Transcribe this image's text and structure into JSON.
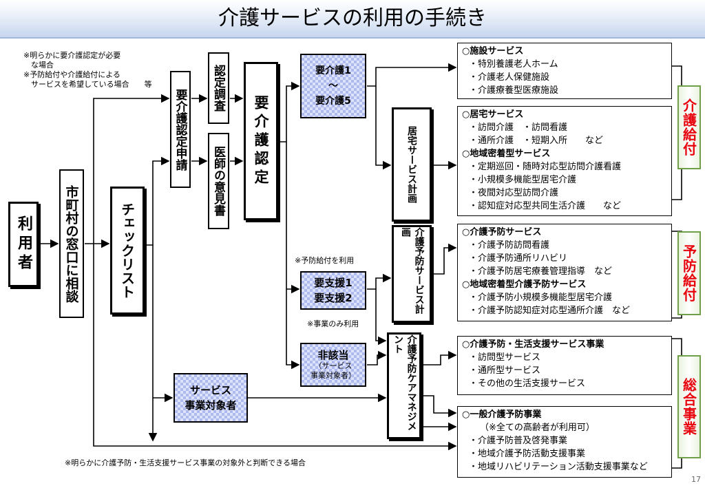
{
  "title": "介護サービスの利用の手続き",
  "notes": {
    "top": "※明らかに要介護認定が必要\n　な場合\n※予防給付や介護給付による\n　サービスを希望している場合　　等",
    "yobou_riyou": "※予防給付を利用",
    "jigyou_nomi": "※事業のみ利用",
    "bottom": "※明らかに介護予防・生活支援サービス事業の対象外と判断できる場合"
  },
  "boxes": {
    "riyousha": "利用者",
    "madoguchi": "市町村の窓口に相談",
    "checklist": "チェックリスト",
    "shinsei": "要介護認定申請",
    "chousa": "認定調査",
    "ishi": "医師の意見書",
    "nintei": "要介護認定",
    "kyotaku_plan": "居宅サービス計画",
    "yobou_plan": "介護予防サービス計画",
    "care_mgmt": "介護予防ケアマネジメント"
  },
  "levels": {
    "yokaigo": {
      "line1": "要介護1",
      "line2": "〜",
      "line3": "要介護5"
    },
    "yoshien": {
      "line1": "要支援1",
      "line2": "要支援2"
    },
    "higaitou": {
      "line1": "非該当",
      "sub1": "（サービス",
      "sub2": "事業対象者）"
    },
    "jigyou_taisho": {
      "line1": "サービス",
      "line2": "事業対象者"
    }
  },
  "services": {
    "shisetsu": {
      "head": "○施設サービス",
      "items": [
        "・特別養護老人ホーム",
        "・介護老人保健施設",
        "・介護療養型医療施設"
      ]
    },
    "kyotaku": {
      "head": "○居宅サービス",
      "items": [
        "・訪問介護　・訪問看護",
        "・通所介護　・短期入所　　など"
      ],
      "head2": "○地域密着型サービス",
      "items2": [
        "・定期巡回・随時対応型訪問介護看護",
        "・小規模多機能型居宅介護",
        "・夜間対応型訪問介護",
        "・認知症対応型共同生活介護　　など"
      ]
    },
    "yobou": {
      "head": "○介護予防サービス",
      "items": [
        "・介護予防訪問看護",
        "・介護予防通所リハビリ",
        "・介護予防居宅療養管理指導　など"
      ],
      "head2": "○地域密着型介護予防サービス",
      "items2": [
        "・介護予防小規模多機能型居宅介護",
        "・介護予防認知症対応型通所介護　など"
      ]
    },
    "seikatsu": {
      "head": "○介護予防・生活支援サービス事業",
      "items": [
        "・訪問型サービス",
        "・通所型サービス",
        "・その他の生活支援サービス"
      ]
    },
    "ippan": {
      "head": "○一般介護予防事業",
      "note": "（※全ての高齢者が利用可）",
      "items": [
        "・介護予防普及啓発事業",
        "・地域介護予防活動支援事業",
        "・地域リハビリテーション活動支援事業など"
      ]
    }
  },
  "categories": {
    "kaigo": "介護給付",
    "yobou": "予防給付",
    "sougou": "総合事業"
  },
  "colors": {
    "red": "#e8000b",
    "green": "#6fa047",
    "check": "#aeb9ef"
  },
  "page_number": "17"
}
